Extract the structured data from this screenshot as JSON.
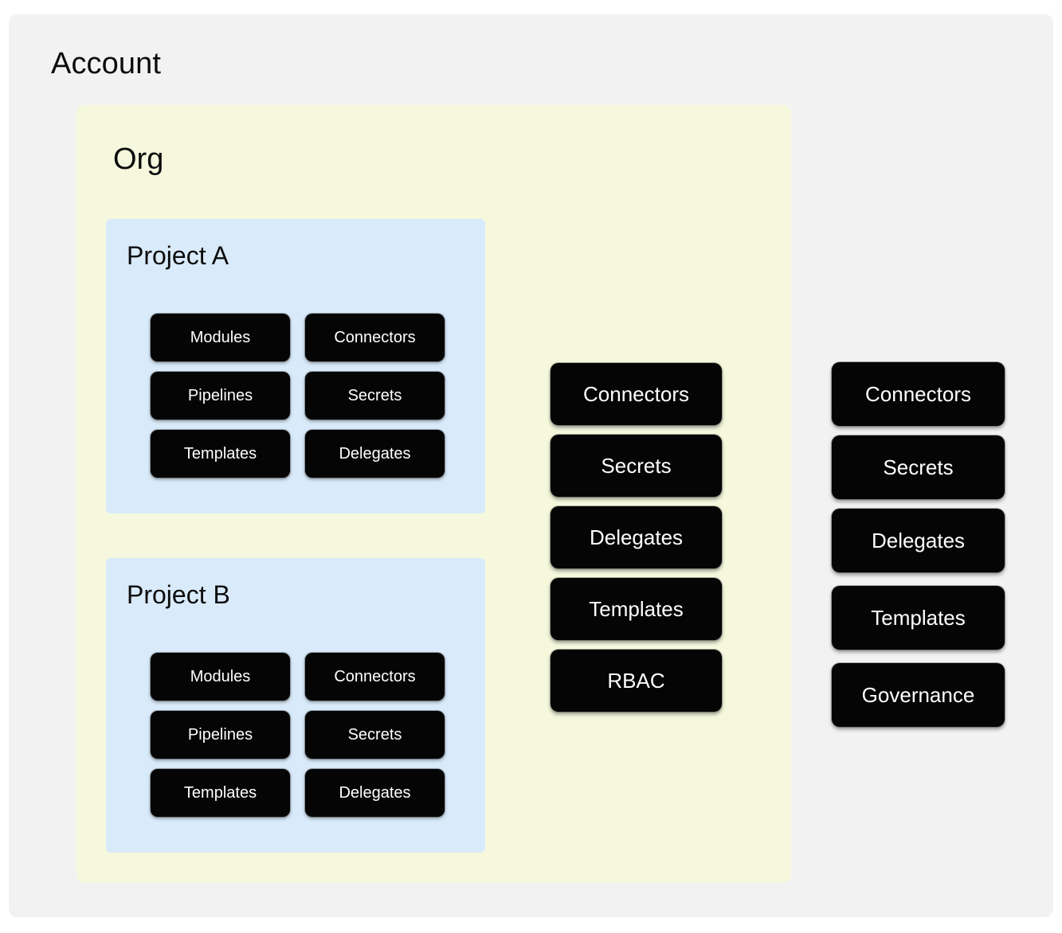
{
  "diagram": {
    "title": "Account",
    "kind": "nested-scope-diagram",
    "colors": {
      "page_background": "#ffffff",
      "account_panel": "#f2f2f3",
      "org_panel": "#f5f8dc",
      "project_panel": "#d9ebfb",
      "block_fill": "#050505",
      "block_text": "#ffffff",
      "heading_text": "#0c0c0c"
    }
  },
  "account": {
    "label": "Account",
    "resources": [
      {
        "label": "Connectors"
      },
      {
        "label": "Secrets"
      },
      {
        "label": "Delegates"
      },
      {
        "label": "Templates"
      },
      {
        "label": "Governance"
      }
    ]
  },
  "org": {
    "label": "Org",
    "resources": [
      {
        "label": "Connectors"
      },
      {
        "label": "Secrets"
      },
      {
        "label": "Delegates"
      },
      {
        "label": "Templates"
      },
      {
        "label": "RBAC"
      }
    ],
    "projects": [
      {
        "label": "Project A",
        "resources": [
          {
            "label": "Modules"
          },
          {
            "label": "Connectors"
          },
          {
            "label": "Pipelines"
          },
          {
            "label": "Secrets"
          },
          {
            "label": "Templates"
          },
          {
            "label": "Delegates"
          }
        ]
      },
      {
        "label": "Project B",
        "resources": [
          {
            "label": "Modules"
          },
          {
            "label": "Connectors"
          },
          {
            "label": "Pipelines"
          },
          {
            "label": "Secrets"
          },
          {
            "label": "Templates"
          },
          {
            "label": "Delegates"
          }
        ]
      }
    ]
  }
}
